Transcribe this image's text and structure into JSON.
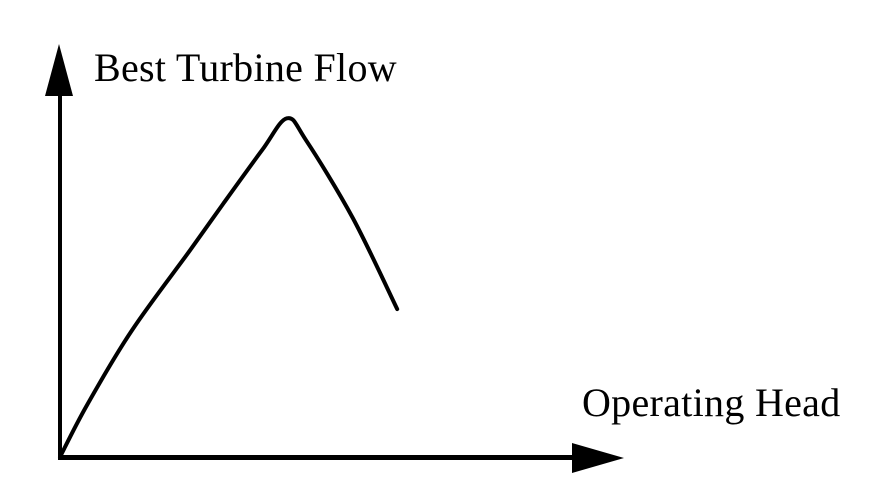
{
  "figure": {
    "background": "#ffffff",
    "line_color": "#000000"
  },
  "chart_data": {
    "type": "line",
    "xlabel": "Operating Head",
    "ylabel": "Best Turbine Flow",
    "grid": false,
    "legend": "none",
    "axes_numeric": false,
    "axis_style": "arrow-tipped axes, no ticks or scale values",
    "units": "normalized fraction of drawn axis length (no numeric scale shown)",
    "x_range": [
      0,
      1
    ],
    "y_range": [
      0,
      1
    ],
    "series": [
      {
        "name": "best-turbine-flow",
        "color": "#000000",
        "style": "solid",
        "points": [
          [
            0.0,
            0.0
          ],
          [
            0.048,
            0.126
          ],
          [
            0.128,
            0.308
          ],
          [
            0.231,
            0.502
          ],
          [
            0.29,
            0.615
          ],
          [
            0.359,
            0.745
          ],
          [
            0.403,
            0.822
          ],
          [
            0.437,
            0.769
          ],
          [
            0.52,
            0.58
          ],
          [
            0.599,
            0.359
          ]
        ],
        "peak": [
          0.403,
          0.822
        ],
        "description": "Best turbine flow increases with operating head up to a peak, then declines."
      }
    ]
  }
}
